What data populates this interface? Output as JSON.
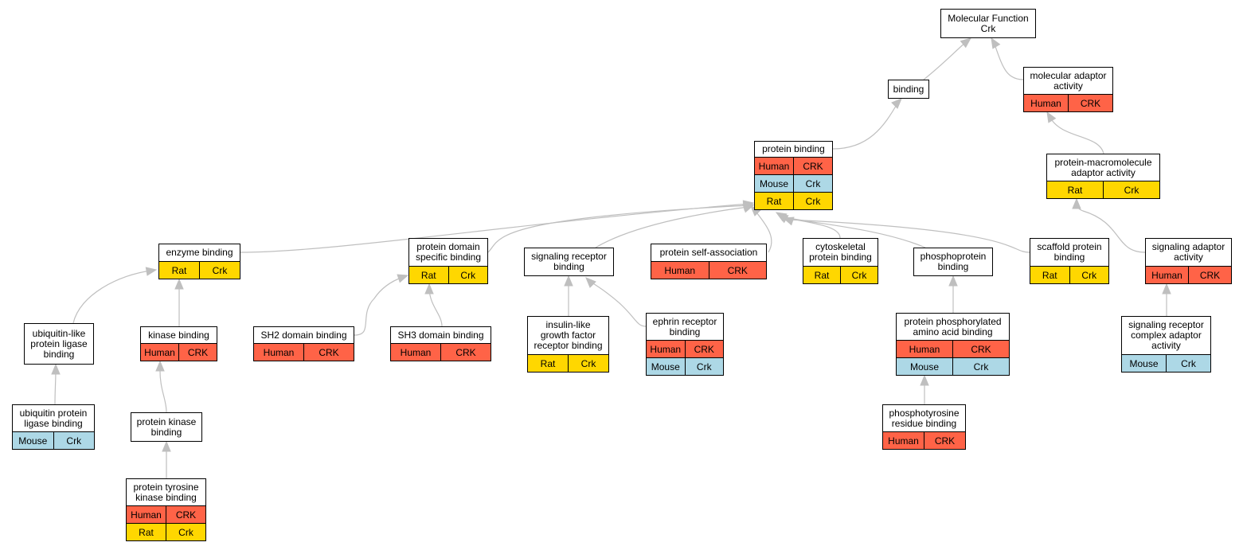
{
  "colors": {
    "Human": "#ff6347",
    "Mouse": "#add8e6",
    "Rat": "#ffd700",
    "edge": "#bfbfbf"
  },
  "nodes": [
    {
      "id": "mf",
      "title": "Molecular Function\nCrk",
      "rows": []
    },
    {
      "id": "binding",
      "title": "binding",
      "rows": []
    },
    {
      "id": "mol_adaptor",
      "title": "molecular adaptor\nactivity",
      "rows": [
        [
          "Human",
          "CRK"
        ]
      ]
    },
    {
      "id": "protein_binding",
      "title": "protein binding",
      "rows": [
        [
          "Human",
          "CRK"
        ],
        [
          "Mouse",
          "Crk"
        ],
        [
          "Rat",
          "Crk"
        ]
      ]
    },
    {
      "id": "pm_adaptor",
      "title": "protein-macromolecule\nadaptor activity",
      "rows": [
        [
          "Rat",
          "Crk"
        ]
      ]
    },
    {
      "id": "enzyme_binding",
      "title": "enzyme binding",
      "rows": [
        [
          "Rat",
          "Crk"
        ]
      ]
    },
    {
      "id": "pd_binding",
      "title": "protein domain\nspecific binding",
      "rows": [
        [
          "Rat",
          "Crk"
        ]
      ]
    },
    {
      "id": "sig_rec_binding",
      "title": "signaling receptor\nbinding",
      "rows": []
    },
    {
      "id": "self_assoc",
      "title": "protein self-association",
      "rows": [
        [
          "Human",
          "CRK"
        ]
      ]
    },
    {
      "id": "cyto_binding",
      "title": "cytoskeletal\nprotein binding",
      "rows": [
        [
          "Rat",
          "Crk"
        ]
      ]
    },
    {
      "id": "phospho_binding",
      "title": "phosphoprotein\nbinding",
      "rows": []
    },
    {
      "id": "scaffold_binding",
      "title": "scaffold protein\nbinding",
      "rows": [
        [
          "Rat",
          "Crk"
        ]
      ]
    },
    {
      "id": "sig_adaptor",
      "title": "signaling adaptor\nactivity",
      "rows": [
        [
          "Human",
          "CRK"
        ]
      ]
    },
    {
      "id": "ubl_binding",
      "title": "ubiquitin-like\nprotein ligase\nbinding",
      "rows": []
    },
    {
      "id": "kinase_binding",
      "title": "kinase binding",
      "rows": [
        [
          "Human",
          "CRK"
        ]
      ]
    },
    {
      "id": "sh2_binding",
      "title": "SH2 domain binding",
      "rows": [
        [
          "Human",
          "CRK"
        ]
      ]
    },
    {
      "id": "sh3_binding",
      "title": "SH3 domain binding",
      "rows": [
        [
          "Human",
          "CRK"
        ]
      ]
    },
    {
      "id": "igf_binding",
      "title": "insulin-like\ngrowth factor\nreceptor binding",
      "rows": [
        [
          "Rat",
          "Crk"
        ]
      ]
    },
    {
      "id": "ephrin_binding",
      "title": "ephrin receptor\nbinding",
      "rows": [
        [
          "Human",
          "CRK"
        ],
        [
          "Mouse",
          "Crk"
        ]
      ]
    },
    {
      "id": "ppaa_binding",
      "title": "protein phosphorylated\namino acid binding",
      "rows": [
        [
          "Human",
          "CRK"
        ],
        [
          "Mouse",
          "Crk"
        ]
      ]
    },
    {
      "id": "src_adaptor",
      "title": "signaling receptor\ncomplex adaptor\nactivity",
      "rows": [
        [
          "Mouse",
          "Crk"
        ]
      ]
    },
    {
      "id": "ub_binding",
      "title": "ubiquitin protein\nligase binding",
      "rows": [
        [
          "Mouse",
          "Crk"
        ]
      ]
    },
    {
      "id": "pk_binding",
      "title": "protein kinase\nbinding",
      "rows": []
    },
    {
      "id": "ptk_binding",
      "title": "protein tyrosine\nkinase binding",
      "rows": [
        [
          "Human",
          "CRK"
        ],
        [
          "Rat",
          "Crk"
        ]
      ]
    },
    {
      "id": "pty_binding",
      "title": "phosphotyrosine\nresidue binding",
      "rows": [
        [
          "Human",
          "CRK"
        ]
      ]
    }
  ],
  "edges": [
    [
      "binding",
      "mf"
    ],
    [
      "mol_adaptor",
      "mf"
    ],
    [
      "protein_binding",
      "binding"
    ],
    [
      "pm_adaptor",
      "mol_adaptor"
    ],
    [
      "enzyme_binding",
      "protein_binding"
    ],
    [
      "pd_binding",
      "protein_binding"
    ],
    [
      "sig_rec_binding",
      "protein_binding"
    ],
    [
      "self_assoc",
      "protein_binding"
    ],
    [
      "cyto_binding",
      "protein_binding"
    ],
    [
      "phospho_binding",
      "protein_binding"
    ],
    [
      "scaffold_binding",
      "protein_binding"
    ],
    [
      "sig_adaptor",
      "pm_adaptor"
    ],
    [
      "ubl_binding",
      "enzyme_binding"
    ],
    [
      "kinase_binding",
      "enzyme_binding"
    ],
    [
      "sh2_binding",
      "pd_binding"
    ],
    [
      "sh3_binding",
      "pd_binding"
    ],
    [
      "igf_binding",
      "sig_rec_binding"
    ],
    [
      "ephrin_binding",
      "sig_rec_binding"
    ],
    [
      "ppaa_binding",
      "phospho_binding"
    ],
    [
      "src_adaptor",
      "sig_adaptor"
    ],
    [
      "ub_binding",
      "ubl_binding"
    ],
    [
      "pk_binding",
      "kinase_binding"
    ],
    [
      "ptk_binding",
      "pk_binding"
    ],
    [
      "pty_binding",
      "ppaa_binding"
    ]
  ]
}
